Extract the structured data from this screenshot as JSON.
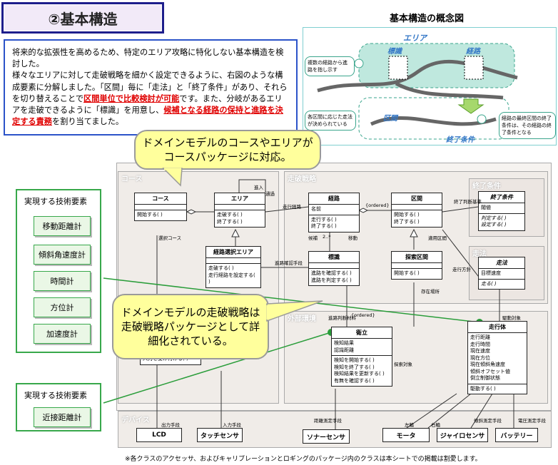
{
  "title": "②基本構造",
  "intro": {
    "line1": "将来的な拡張性を高めるため、特定のエリア攻略に特化しない基本構造を検討した。",
    "line2a": "様々なエリアに対して走破戦略を細かく設定できるように、右図のような構成要素に分解しました。「区間」毎に「走法」と「終了条件」があり、それらを切り替えることで",
    "red1": "区間単位で比較検討が可能",
    "line2b": "です。また、分岐があるエリアを走破できるように「標識」を用意し、",
    "red2": "候補となる経路の保持と進路を決定する責務",
    "line2c": "を割り当てました。"
  },
  "concept": {
    "title": "基本構造の概念図",
    "area": "エリア",
    "sign": "標識",
    "route": "経路",
    "section": "区間",
    "endcond": "終了条件",
    "note_left_top": "複数の経路から進路を指し示す",
    "note_left_bottom": "各区間に応じた走法が決められている",
    "note_right": "経路の最終区間の終了条件は、その経路の終了条件となる"
  },
  "callouts": {
    "top": "ドメインモデルのコースやエリアがコースパッケージに対応。",
    "bottom": "ドメインモデルの走破戦略は走破戦略パッケージとして詳細化されている。"
  },
  "tech": {
    "title1": "実現する技術要素",
    "items1": [
      "移動距離計",
      "傾斜角速度計",
      "時間計",
      "方位計",
      "加速度計"
    ],
    "title2": "実現する技術要素",
    "items2": [
      "近接距離計"
    ]
  },
  "packages": {
    "course": "コース",
    "strategy": "走破戦略",
    "endcond": "終了条件",
    "runway": "走法",
    "external": "外部環境",
    "device": "デバイス"
  },
  "classes": {
    "course": {
      "name": "コース",
      "ops": [
        "開始する( )"
      ]
    },
    "area": {
      "name": "エリア",
      "ops": [
        "走破する( )",
        "終了する( )"
      ]
    },
    "routeArea": {
      "name": "経路選択エリア",
      "ops": [
        "走破する( )",
        "走行経路を設定する( )"
      ]
    },
    "route": {
      "name": "経路",
      "attrs": [
        "名前"
      ],
      "ops": [
        "走行する( )",
        "終了する( )"
      ]
    },
    "section": {
      "name": "区間",
      "ops": [
        "開始する( )",
        "終了する( )"
      ]
    },
    "sign": {
      "name": "標識",
      "ops": [
        "進路を確認する( )",
        "進路を判定する( )"
      ]
    },
    "searchSection": {
      "name": "探索区間",
      "ops": [
        "開始する( )"
      ]
    },
    "endCond": {
      "name": "終了条件",
      "attrs": [
        "閾値"
      ],
      "ops": [
        "判定する( )",
        "設定する( )"
      ]
    },
    "runMethod": {
      "name": "走法",
      "attrs": [
        "目標速度"
      ],
      "ops": [
        "走る( )"
      ]
    },
    "vehicle": {
      "name": "走行体",
      "attrs": [
        "走行距離",
        "走行時間",
        "現在速度",
        "現在方位",
        "現在傾斜角速度",
        "傾斜オフセット値",
        "倒立制御状態"
      ],
      "ops": [
        "駆動する( )"
      ]
    },
    "guard": {
      "name": "衛立",
      "attrs": [
        "検知結果",
        "認識距離"
      ],
      "ops": [
        "検知を開始する( )",
        "検知を終了する( )",
        "検知結果を更新する( )",
        "有無を確認する( )"
      ]
    },
    "hidden": {
      "ops": [
        "入力を受け付ける( )"
      ]
    }
  },
  "devices": [
    "LCD",
    "タッチセンサ",
    "ソナーセンサ",
    "モータ",
    "ジャイロセンサ",
    "バッテリー"
  ],
  "labels": {
    "advance": "進入",
    "pass": "通過",
    "runRoute": "走行経路",
    "ordered1": "{ordered}",
    "ordered2": "{ordered}",
    "branch": "候補",
    "branchMult": "2..*",
    "move": "移動",
    "selectCourse": "選択コース",
    "routeJudge": "進路確認手段",
    "routeCheck": "進路判断材料",
    "applySection": "適用区間",
    "endJudge": "終了判断基準",
    "runWay": "走行方針",
    "storePlace": "存在場所",
    "searchTarget": "探索対象",
    "driveTarget": "駆動対象",
    "output": "出力手段",
    "input": "入力手段",
    "distMeasure": "距離測定手段",
    "leftWheel": "左輪",
    "rightWheel": "右輪",
    "tiltMeasure": "傾斜測定手段",
    "voltMeasure": "電圧測定手段"
  },
  "footer": "※各クラスのアクセッサ、およびキャリブレーションとロギングのパッケージ内のクラスは本シートでの掲載は割愛します。"
}
